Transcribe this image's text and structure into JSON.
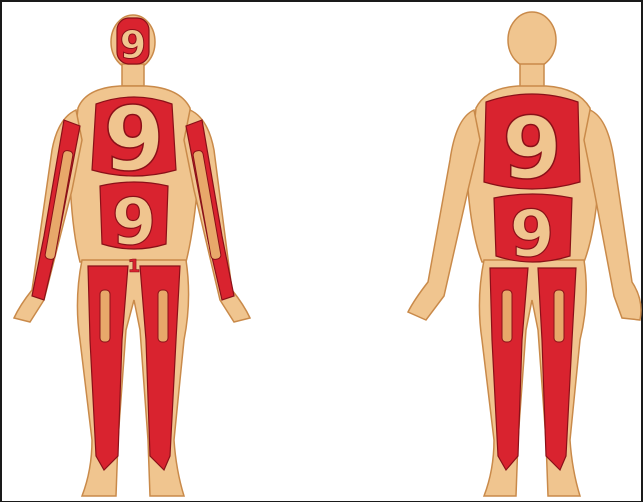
{
  "figure": {
    "front_view": {
      "head_label": "9",
      "chest_label": "9",
      "abdomen_label": "9",
      "genital_label": "1"
    },
    "back_view": {
      "upper_back_label": "9",
      "lower_back_label": "9"
    }
  },
  "colors": {
    "skin": "#f0c58f",
    "skin_outline": "#c98a4a",
    "burn": "#d9232f",
    "burn_dark": "#8a1018",
    "frame": "#1a1a1a"
  }
}
